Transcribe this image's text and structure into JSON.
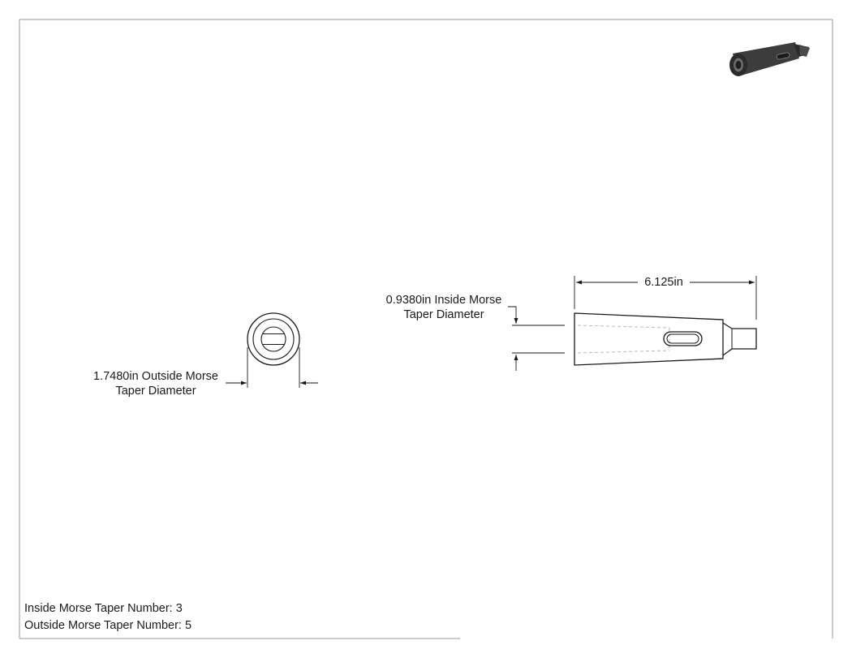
{
  "dimensions": {
    "overall_length": "6.125in",
    "inside_diameter": {
      "line1": "0.9380in Inside Morse",
      "line2": "Taper Diameter"
    },
    "outside_diameter": {
      "line1": "1.7480in Outside Morse",
      "line2": "Taper Diameter"
    }
  },
  "notes": {
    "inside_taper": "Inside Morse Taper Number: 3",
    "outside_taper": "Outside Morse Taper Number: 5"
  },
  "colors": {
    "line": "#1a1a1a",
    "border": "#9a9a9a",
    "hidden_line": "#bbbbbb",
    "iso_body": "#3a3a3a"
  },
  "icons": {
    "iso_view": "morse-taper-sleeve-3d"
  }
}
